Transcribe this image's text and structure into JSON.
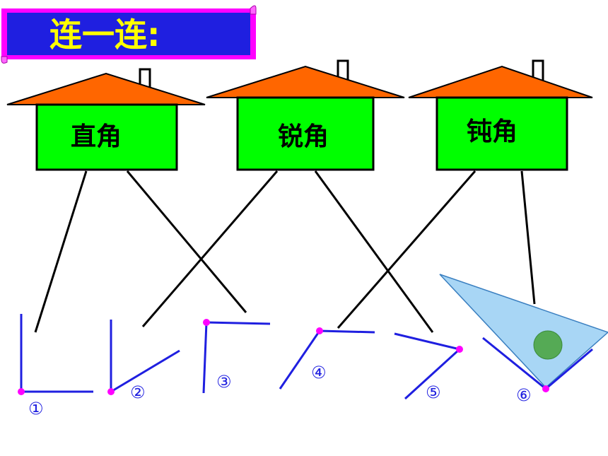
{
  "banner": {
    "title": "连一连:"
  },
  "houses": [
    {
      "label": "直角"
    },
    {
      "label": "锐角"
    },
    {
      "label": "钝角"
    }
  ],
  "angles": [
    {
      "number": "①",
      "type": "直角"
    },
    {
      "number": "②",
      "type": "锐角"
    },
    {
      "number": "③",
      "type": "直角"
    },
    {
      "number": "④",
      "type": "钝角"
    },
    {
      "number": "⑤",
      "type": "锐角"
    },
    {
      "number": "⑥",
      "type": "直角"
    }
  ],
  "colors": {
    "banner_fill": "#1f1fe0",
    "banner_frame": "#ff00ff",
    "banner_text": "#ffff00",
    "roof": "#ff6600",
    "house_body": "#00ff00",
    "angle_ray": "#1f1fe0",
    "vertex_dot": "#ff00ff",
    "triangle_ruler": "#a8d6f5",
    "ruler_circle": "#55aa55",
    "link_line": "#000000"
  }
}
